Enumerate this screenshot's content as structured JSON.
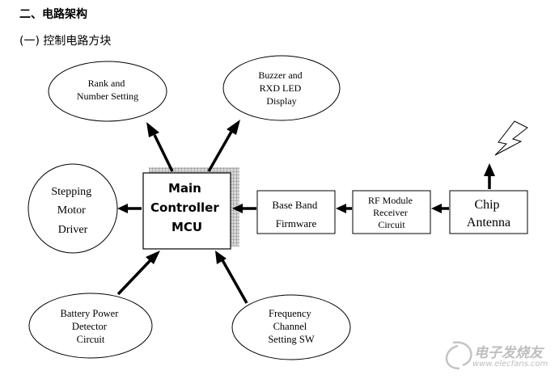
{
  "header": {
    "section_title": "二、电路架构",
    "subsection_title": "(一) 控制电路方块"
  },
  "diagram": {
    "nodes": {
      "mcu": {
        "lines": [
          "Main",
          "Controller",
          "MCU"
        ]
      },
      "rank": {
        "lines": [
          "Rank and",
          "Number Setting"
        ]
      },
      "buzzer": {
        "lines": [
          "Buzzer and",
          "RXD LED",
          "Display"
        ]
      },
      "stepping": {
        "lines": [
          "Stepping",
          "Motor",
          "Driver"
        ]
      },
      "baseband": {
        "lines": [
          "Base Band",
          "Firmware"
        ]
      },
      "rf": {
        "lines": [
          "RF Module",
          "Receiver",
          "Circuit"
        ]
      },
      "antenna": {
        "lines": [
          "Chip",
          "Antenna"
        ]
      },
      "battery": {
        "lines": [
          "Battery Power",
          "Detector",
          "Circuit"
        ]
      },
      "frequency": {
        "lines": [
          "Frequency",
          "Channel",
          "Setting SW"
        ]
      }
    },
    "edges": [
      [
        "mcu",
        "rank"
      ],
      [
        "mcu",
        "buzzer"
      ],
      [
        "mcu",
        "stepping"
      ],
      [
        "baseband",
        "mcu"
      ],
      [
        "rf",
        "baseband"
      ],
      [
        "antenna",
        "rf"
      ],
      [
        "battery",
        "mcu"
      ],
      [
        "frequency",
        "mcu"
      ],
      [
        "antenna",
        "signal"
      ]
    ]
  },
  "watermark": {
    "cn": "电子发烧友",
    "url": "www.elecfans.com"
  },
  "colors": {
    "line": "#000000",
    "background": "#ffffff",
    "shadow": "#9a9a9a",
    "watermark": "#8a8a8a"
  }
}
